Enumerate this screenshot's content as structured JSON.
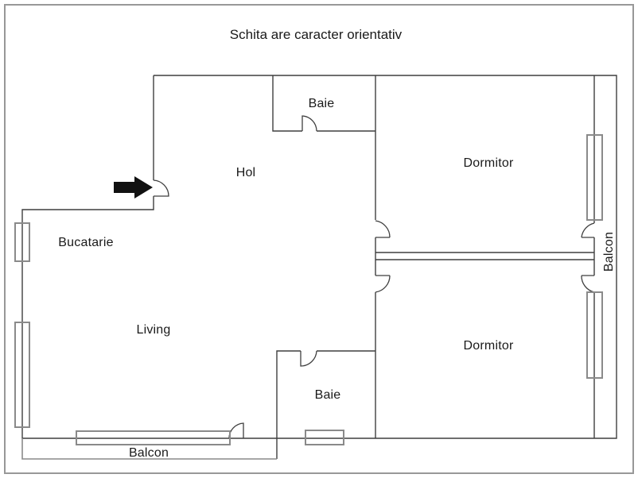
{
  "title": "Schita are caracter orientativ",
  "rooms": {
    "baie_top": "Baie",
    "hol": "Hol",
    "dormitor_top": "Dormitor",
    "bucatarie": "Bucatarie",
    "living": "Living",
    "dormitor_bottom": "Dormitor",
    "baie_bottom": "Baie",
    "balcon_bottom": "Balcon",
    "balcon_right": "Balcon"
  },
  "icons": {
    "entrance_arrow": "right-arrow"
  },
  "colors": {
    "wall": "#3f3f3f",
    "window": "#8a8a8a",
    "frame": "#989898",
    "arrow": "#111111",
    "text": "#1a1a1a",
    "background": "#ffffff"
  }
}
